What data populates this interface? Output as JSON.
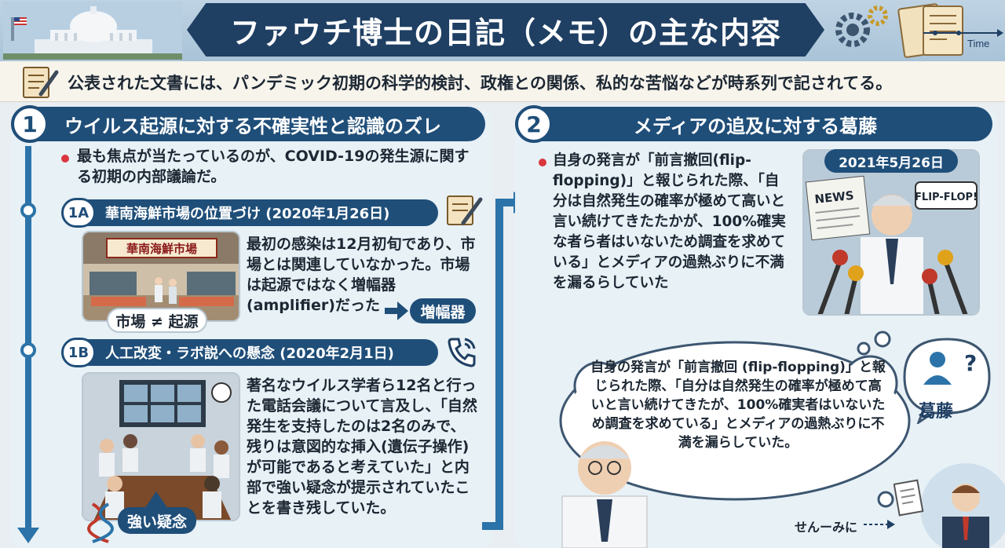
{
  "header": {
    "title": "ファウチ博士の日記（メモ）の主な内容",
    "time_label": "Time"
  },
  "intro": {
    "text": "公表された文書には、パンデミック初期の科学的検討、政権との関係、私的な苦悩などが時系列で記されてる。"
  },
  "section1": {
    "number": "1",
    "title": "ウイルス起源に対する不確実性と認識のズレ",
    "bullet": "最も焦点が当たっているのが、COVID-19の発生源に関する初期の内部議論だ。",
    "sub_a": {
      "badge": "1A",
      "title": "華南海鮮市場の位置づけ (2020年1月26日)",
      "sign_label": "華南海鮮市場",
      "body": "最初の感染は12月初旬であり、市場とは関連していなかった。市場は起源ではなく増幅器(amplifier)だった",
      "pill_compare": "市場 ≠ 起源",
      "pill_amplifier": "増幅器"
    },
    "sub_b": {
      "badge": "1B",
      "title": "人工改変・ラボ説への懸念 (2020年2月1日)",
      "body": "著名なウイルス学者ら12名と行った電話会議について言及し、「自然発生を支持したのは2名のみで、残りは意図的な挿入(遺伝子操作)が可能であると考えていた」と内部で強い疑念が提示されていたことを書き残していた。",
      "pill_doubt": "強い疑念"
    }
  },
  "section2": {
    "number": "2",
    "title": "メディアの追及に対する葛藤",
    "bullet": "自身の発言が「前言撤回(flip-flopping)」と報じられた際、「自分は自然発生の確率が極めて高いと言い続けてきたたかが、100%確実な者ら者はいないため調査を求めている」とメディアの過熱ぶりに不満を漏るらしていた",
    "date_badge": "2021年5月26日",
    "news_label": "NEWS",
    "flipflop_label": "FLIP-FLOP!",
    "thought": "自身の発言が「前言撤回 (flip-flopping)」と報じられた際、「自分は自然発生の確率が極めて高いと言い続けてきたが、100%確実者はいないため調査を求めている」とメディアの過熱ぶりに不満を漏らしていた。",
    "kattou_label": "葛藤"
  },
  "signature": "せんーみに",
  "colors": {
    "navy": "#1f4e79",
    "title_navy": "#1f3f63",
    "accent_red": "#d9363e",
    "panel_bg": "#e7f1f6"
  }
}
